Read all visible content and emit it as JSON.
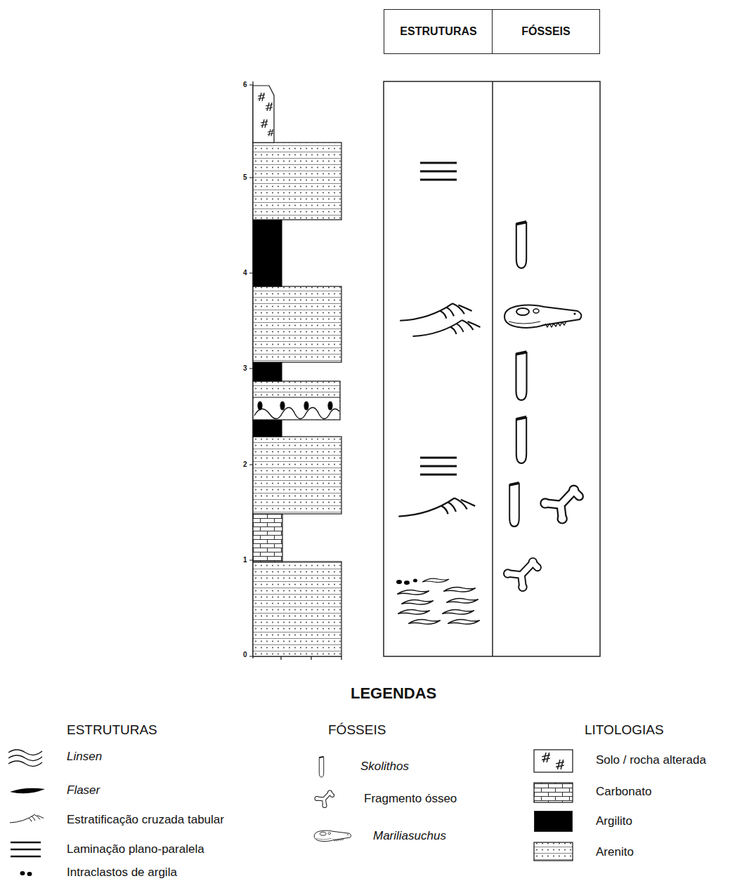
{
  "diagram": {
    "nodes": [
      {
        "text": [
          "ESTRUTURAS"
        ]
      },
      {
        "text": [
          "FÓSSEIS"
        ]
      }
    ],
    "labels": [
      "6",
      "5",
      "4",
      "3",
      "2",
      "1",
      "0",
      "LEGENDAS",
      "ESTRUTURAS",
      "FÓSSEIS",
      "LITOLOGIAS"
    ],
    "legend": [
      {
        "text": "Linsen"
      },
      {
        "text": "Flaser"
      },
      {
        "text": "Estratificação cruzada tabular"
      },
      {
        "text": "Laminação plano-paralela"
      },
      {
        "text": "Intraclastos de argila"
      },
      {
        "text": "Skolithos"
      },
      {
        "text": "Fragmento ósseo"
      },
      {
        "text": "Mariliasuchus"
      },
      {
        "text": "Solo / rocha alterada"
      },
      {
        "text": "Carbonato"
      },
      {
        "text": "Argilito",
        "color": "#000000"
      },
      {
        "text": "Arenito"
      }
    ]
  }
}
